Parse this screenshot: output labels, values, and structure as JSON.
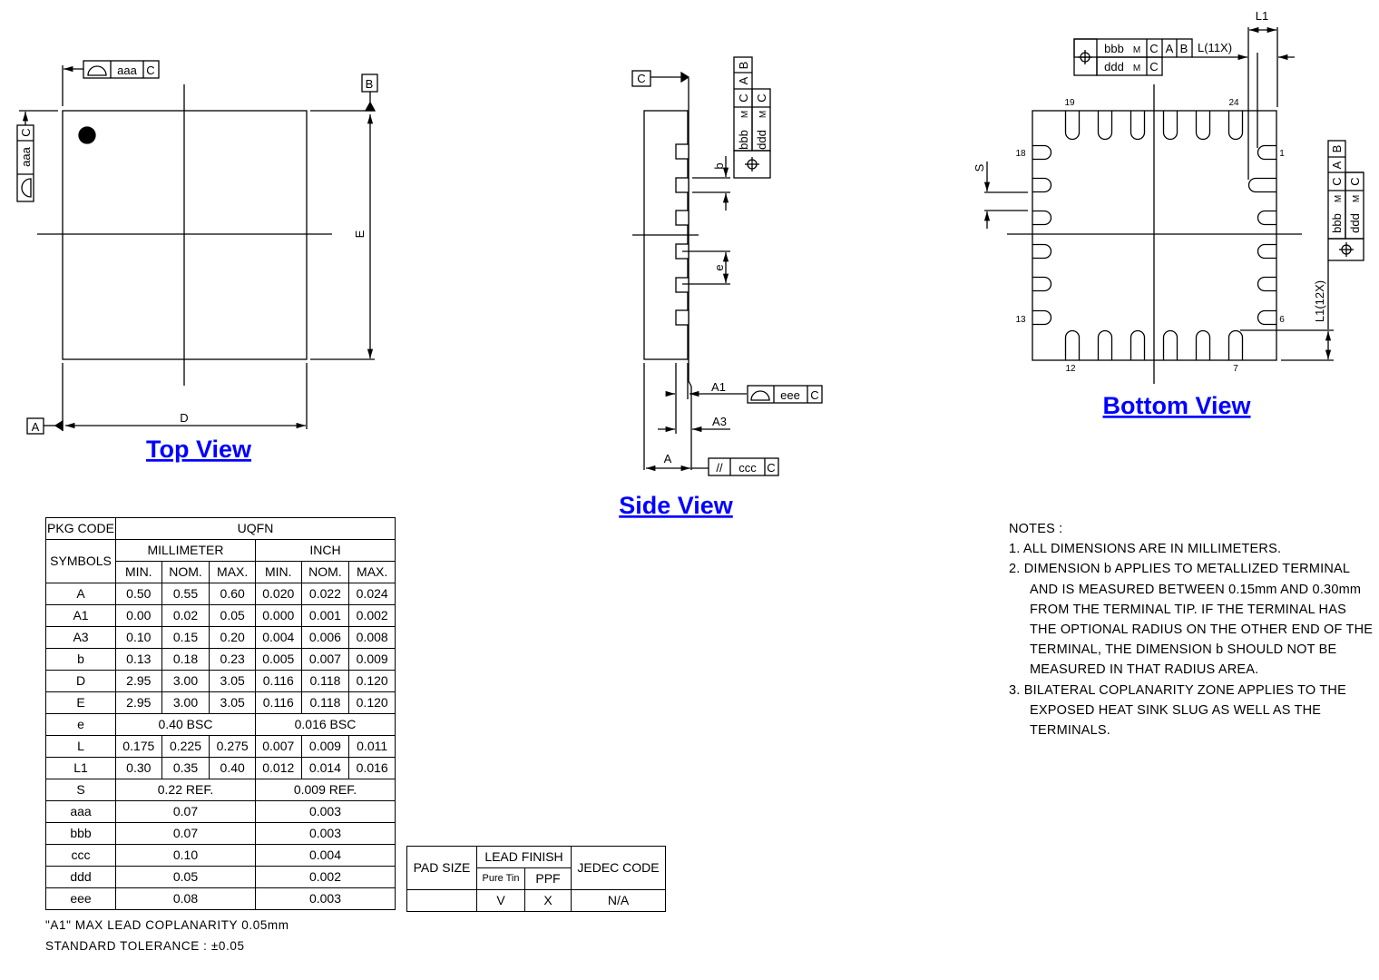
{
  "top_view": {
    "title": "Top View",
    "datum_a": "A",
    "datum_b": "B",
    "dim_d": "D",
    "dim_e": "E",
    "fcf_top": {
      "tolerance": "aaa",
      "datum": "C"
    },
    "fcf_left": {
      "tolerance": "aaa",
      "datum": "C"
    }
  },
  "side_view": {
    "title": "Side View",
    "datum_c": "C",
    "dim_b": "b",
    "dim_e": "e",
    "dim_a1": "A1",
    "dim_a3": "A3",
    "dim_a": "A",
    "fcf_position": {
      "row1": {
        "tolerance": "bbb",
        "modifier": "M",
        "datums": [
          "C",
          "A",
          "B"
        ]
      },
      "row2": {
        "tolerance": "ddd",
        "modifier": "M",
        "datums": [
          "C"
        ]
      }
    },
    "fcf_eee": {
      "tolerance": "eee",
      "datum": "C"
    },
    "fcf_ccc": {
      "symbol": "//",
      "tolerance": "ccc",
      "datum": "C"
    }
  },
  "bottom_view": {
    "title": "Bottom View",
    "pin_labels": {
      "p19": "19",
      "p24": "24",
      "p18": "18",
      "p1": "1",
      "p13": "13",
      "p6": "6",
      "p12": "12",
      "p7": "7"
    },
    "dim_l1": "L1",
    "dim_l_11x": "L(11X)",
    "dim_l1_12x": "L1(12X)",
    "dim_s": "S",
    "fcf_top": {
      "row1": {
        "tolerance": "bbb",
        "modifier": "M",
        "datums": [
          "C",
          "A",
          "B"
        ]
      },
      "row2": {
        "tolerance": "ddd",
        "modifier": "M",
        "datums": [
          "C"
        ]
      }
    },
    "fcf_right": {
      "row1": {
        "tolerance": "bbb",
        "modifier": "M",
        "datums": [
          "C",
          "A",
          "B"
        ]
      },
      "row2": {
        "tolerance": "ddd",
        "modifier": "M",
        "datums": [
          "C"
        ]
      }
    }
  },
  "dimension_table": {
    "pkg_code_label": "PKG CODE",
    "pkg_code": "UQFN",
    "symbols_label": "SYMBOLS",
    "unit_mm": "MILLIMETER",
    "unit_inch": "INCH",
    "subheaders": [
      "MIN.",
      "NOM.",
      "MAX.",
      "MIN.",
      "NOM.",
      "MAX."
    ],
    "rows": [
      {
        "symbol": "A",
        "values": [
          "0.50",
          "0.55",
          "0.60",
          "0.020",
          "0.022",
          "0.024"
        ]
      },
      {
        "symbol": "A1",
        "values": [
          "0.00",
          "0.02",
          "0.05",
          "0.000",
          "0.001",
          "0.002"
        ]
      },
      {
        "symbol": "A3",
        "values": [
          "0.10",
          "0.15",
          "0.20",
          "0.004",
          "0.006",
          "0.008"
        ]
      },
      {
        "symbol": "b",
        "values": [
          "0.13",
          "0.18",
          "0.23",
          "0.005",
          "0.007",
          "0.009"
        ]
      },
      {
        "symbol": "D",
        "values": [
          "2.95",
          "3.00",
          "3.05",
          "0.116",
          "0.118",
          "0.120"
        ]
      },
      {
        "symbol": "E",
        "values": [
          "2.95",
          "3.00",
          "3.05",
          "0.116",
          "0.118",
          "0.120"
        ]
      },
      {
        "symbol": "e",
        "mm": "0.40  BSC",
        "inch": "0.016  BSC"
      },
      {
        "symbol": "L",
        "values": [
          "0.175",
          "0.225",
          "0.275",
          "0.007",
          "0.009",
          "0.011"
        ]
      },
      {
        "symbol": "L1",
        "values": [
          "0.30",
          "0.35",
          "0.40",
          "0.012",
          "0.014",
          "0.016"
        ]
      },
      {
        "symbol": "S",
        "mm": "0.22  REF.",
        "inch": "0.009  REF."
      },
      {
        "symbol": "aaa",
        "mm": "0.07",
        "inch": "0.003"
      },
      {
        "symbol": "bbb",
        "mm": "0.07",
        "inch": "0.003"
      },
      {
        "symbol": "ccc",
        "mm": "0.10",
        "inch": "0.004"
      },
      {
        "symbol": "ddd",
        "mm": "0.05",
        "inch": "0.002"
      },
      {
        "symbol": "eee",
        "mm": "0.08",
        "inch": "0.003"
      }
    ]
  },
  "pad_table": {
    "pad_size_label": "PAD SIZE",
    "lead_finish_label": "LEAD  FINISH",
    "pure_tin_label": "Pure Tin",
    "ppf_label": "PPF",
    "jedec_label": "JEDEC  CODE",
    "pad_size": "",
    "pure_tin": "V",
    "ppf": "X",
    "jedec": "N/A"
  },
  "footnotes": {
    "coplanarity": "\"A1\" MAX LEAD COPLANARITY 0.05mm",
    "tolerance": "STANDARD TOLERANCE : ±0.05"
  },
  "notes": {
    "heading": "NOTES :",
    "items": [
      [
        "1.  ALL  DIMENSIONS  ARE  IN  MILLIMETERS."
      ],
      [
        "2.  DIMENSION  b  APPLIES  TO  METALLIZED  TERMINAL",
        "AND  IS  MEASURED  BETWEEN  0.15mm  AND  0.30mm",
        "FROM  THE  TERMINAL  TIP.  IF  THE  TERMINAL  HAS",
        "THE  OPTIONAL  RADIUS  ON  THE  OTHER  END  OF  THE",
        "TERMINAL,  THE  DIMENSION  b  SHOULD  NOT  BE",
        "MEASURED  IN  THAT  RADIUS  AREA."
      ],
      [
        "3.  BILATERAL  COPLANARITY  ZONE  APPLIES  TO  THE",
        "EXPOSED  HEAT  SINK  SLUG  AS  WELL  AS  THE",
        "TERMINALS."
      ]
    ]
  }
}
